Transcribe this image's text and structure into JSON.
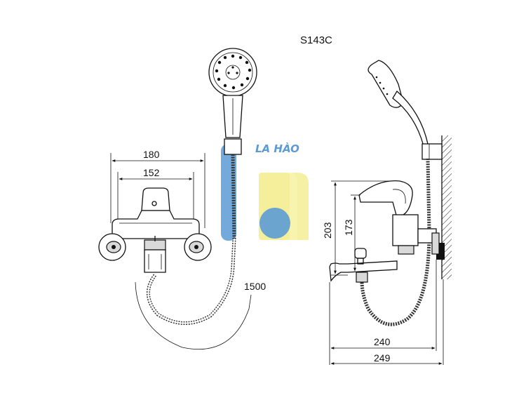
{
  "title": "S143C",
  "watermark": {
    "text": "LA HÀO",
    "colors": {
      "blue": "#5b9bd5",
      "yellow": "#f5ee9a"
    }
  },
  "dimensions": {
    "front_outer_width": "180",
    "front_inner_width": "152",
    "hose_length": "1500",
    "side_height_total": "203",
    "side_height_handle": "173",
    "side_spout_reach": "240",
    "side_total_reach": "249"
  }
}
